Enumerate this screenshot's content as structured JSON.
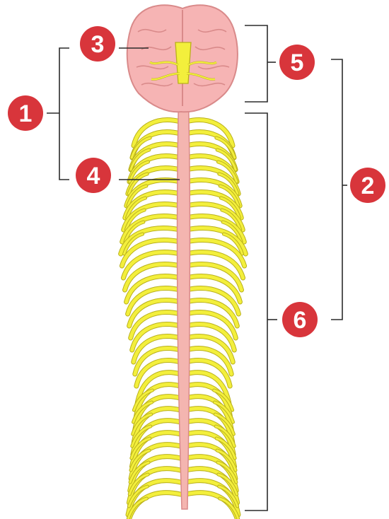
{
  "diagram": {
    "badge_labels": [
      "1",
      "2",
      "3",
      "4",
      "5",
      "6"
    ],
    "colors": {
      "badge_fill": "#d8353b",
      "badge_ring": "#ffffff",
      "brain": "#f6b4b4",
      "brain_outline": "#d98a8a",
      "spinal_cord": "#f4b5b0",
      "nerves": "#f3ef3c",
      "nerve_outline": "#b9b01b",
      "bracket": "#2b2b2b"
    }
  }
}
